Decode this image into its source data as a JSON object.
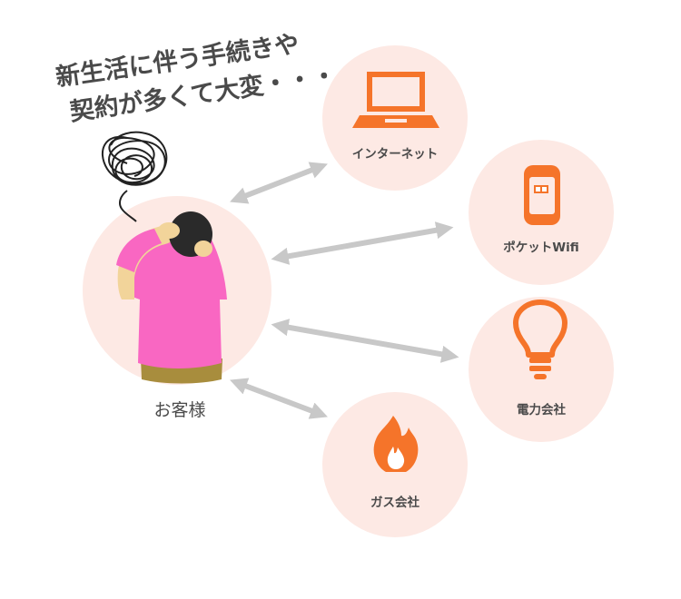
{
  "headline": {
    "line1": "新生活に伴う手続きや",
    "line2": "契約が多くて大変・・・"
  },
  "customer": {
    "label": "お客様"
  },
  "services": [
    {
      "label": "インターネット",
      "icon": "laptop-icon"
    },
    {
      "label": "ポケットWifi",
      "icon": "pocket-wifi-icon"
    },
    {
      "label": "電力会社",
      "icon": "lightbulb-icon"
    },
    {
      "label": "ガス会社",
      "icon": "flame-icon"
    }
  ],
  "colors": {
    "circle_fill": "#fde9e4",
    "icon_orange": "#f5742a",
    "arrow_gray": "#c8c8c8",
    "shirt_pink": "#f967c2",
    "text_dark": "#4a4a4a"
  }
}
